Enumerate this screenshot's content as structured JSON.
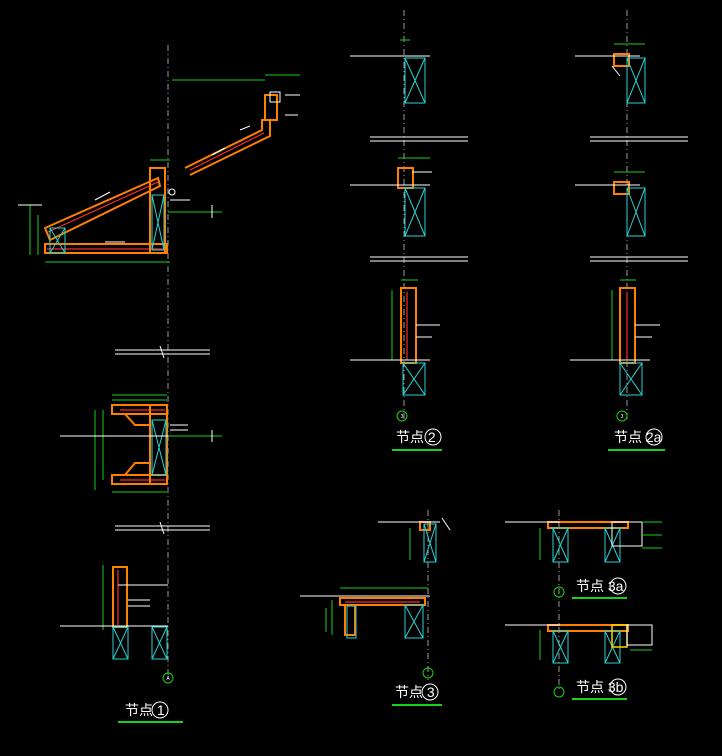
{
  "drawing": {
    "background": "#000000",
    "colors": {
      "dimension": "#19d119",
      "axis": "#9a9a9a",
      "concrete": "#ff7f00",
      "rebar": "#ff2b2b",
      "wall": "#27d3d3",
      "text": "#ffffff"
    },
    "detail_titles": [
      {
        "id": "1",
        "label": "节点 1"
      },
      {
        "id": "2",
        "label": "节点 2"
      },
      {
        "id": "2a",
        "label": "节点 2a"
      },
      {
        "id": "3",
        "label": "节点 3"
      },
      {
        "id": "3a",
        "label": "节点 3a"
      },
      {
        "id": "3b",
        "label": "节点 3b"
      }
    ],
    "axis_markers": [
      "A",
      "3",
      "3"
    ]
  }
}
